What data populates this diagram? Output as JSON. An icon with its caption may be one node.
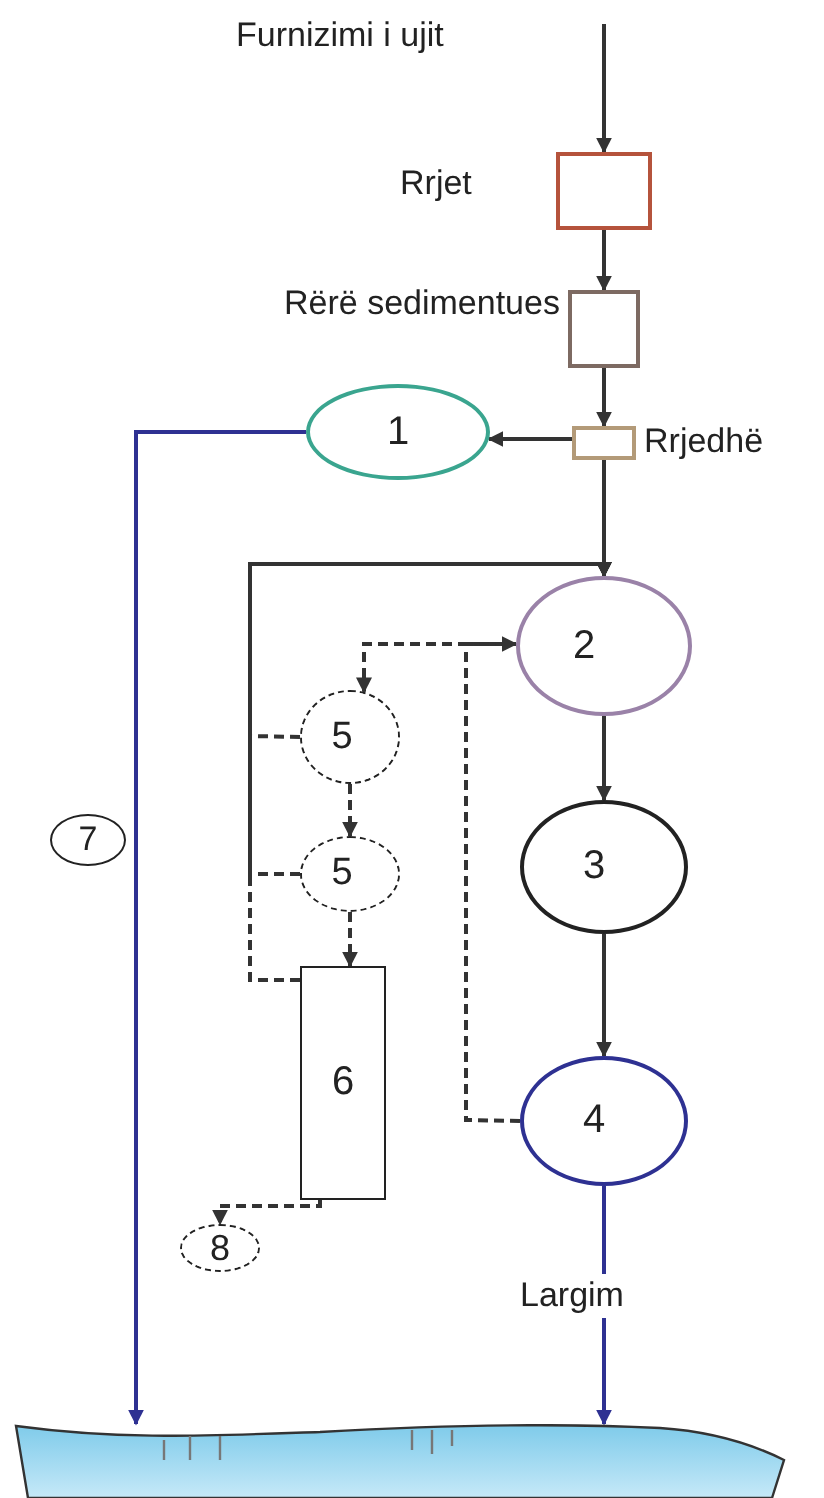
{
  "diagram": {
    "nodes": [
      {
        "text": [
          "Rrjet"
        ]
      },
      {
        "text": [
          "Rërë sedimentues"
        ]
      },
      {
        "text": [
          "Rrjedhë"
        ]
      },
      {
        "text": [
          "1"
        ]
      },
      {
        "text": [
          "2"
        ]
      },
      {
        "text": [
          "3"
        ]
      },
      {
        "text": [
          "4"
        ]
      },
      {
        "text": [
          "5"
        ]
      },
      {
        "text": [
          "5"
        ]
      },
      {
        "text": [
          "6"
        ]
      },
      {
        "text": [
          "8"
        ]
      },
      {
        "text": [
          "7"
        ]
      },
      {
        "text": [],
        "shape": "picture"
      }
    ],
    "edges": [
      {
        "from": null,
        "to": 0,
        "arrow": "to"
      },
      {
        "from": 0,
        "to": 1,
        "arrow": "to"
      },
      {
        "from": 1,
        "to": 2,
        "arrow": "to"
      },
      {
        "from": 2,
        "to": 3,
        "arrow": "to"
      },
      {
        "from": 3,
        "to": 12,
        "arrow": "to",
        "color": "#2e3192"
      },
      {
        "from": 2,
        "to": 4,
        "arrow": "to"
      },
      {
        "from": 7,
        "to": 4,
        "arrow": "to",
        "style": "dashed"
      },
      {
        "from": 8,
        "to": 4,
        "arrow": "to",
        "style": "dashed"
      },
      {
        "from": 9,
        "to": 4,
        "arrow": "to",
        "style": "dashed"
      },
      {
        "from": 4,
        "to": 7,
        "arrow": "to",
        "style": "dashed"
      },
      {
        "from": 6,
        "to": 4,
        "arrow": "to",
        "style": "dashed"
      },
      {
        "from": 7,
        "to": 8,
        "arrow": "to",
        "style": "dashed"
      },
      {
        "from": 8,
        "to": 9,
        "arrow": "to",
        "style": "dashed"
      },
      {
        "from": 9,
        "to": 10,
        "arrow": "to",
        "style": "dashed"
      },
      {
        "from": 5,
        "to": 6,
        "arrow": "to"
      },
      {
        "from": 4,
        "to": 5,
        "arrow": "to"
      },
      {
        "from": 6,
        "to": 12,
        "arrow": "to",
        "label": "Largim",
        "color": "#2e3192"
      }
    ],
    "labels": [
      "Furnizimi i ujit"
    ]
  }
}
